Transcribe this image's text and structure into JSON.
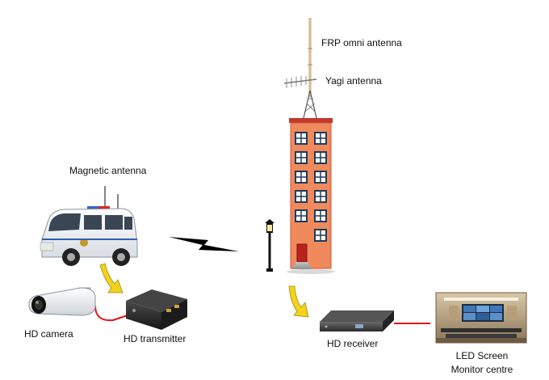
{
  "labels": {
    "frp_antenna": "FRP omni antenna",
    "yagi_antenna": "Yagi antenna",
    "magnetic_antenna": "Magnetic antenna",
    "hd_camera": "HD camera",
    "hd_transmitter": "HD transmitter",
    "hd_receiver": "HD receiver",
    "led_screen": "LED Screen",
    "monitor_centre": "Monitor centre"
  },
  "colors": {
    "building": "#f08a5d",
    "building_outline": "#c8553d",
    "roof": "#c0392b",
    "window": "#1f3b5c",
    "door": "#b8231d",
    "flow_arrow": "#f2d21b",
    "cable_red": "#e0141b",
    "wireless_link": "#000000",
    "van_body": "#f4f6f9",
    "device_dark": "#2a2a2a"
  },
  "icons": {
    "omni_antenna": "frp-omni-antenna-icon",
    "yagi_antenna": "yagi-antenna-icon",
    "tower_building": "building-icon",
    "street_lamp": "street-lamp-icon",
    "vehicle": "police-van-icon",
    "camera": "cctv-camera-icon",
    "transmitter": "transmitter-box-icon",
    "receiver": "receiver-box-icon",
    "monitor_room": "led-monitor-room-icon",
    "wireless": "lightning-link-icon",
    "arrow": "curved-arrow-icon"
  }
}
